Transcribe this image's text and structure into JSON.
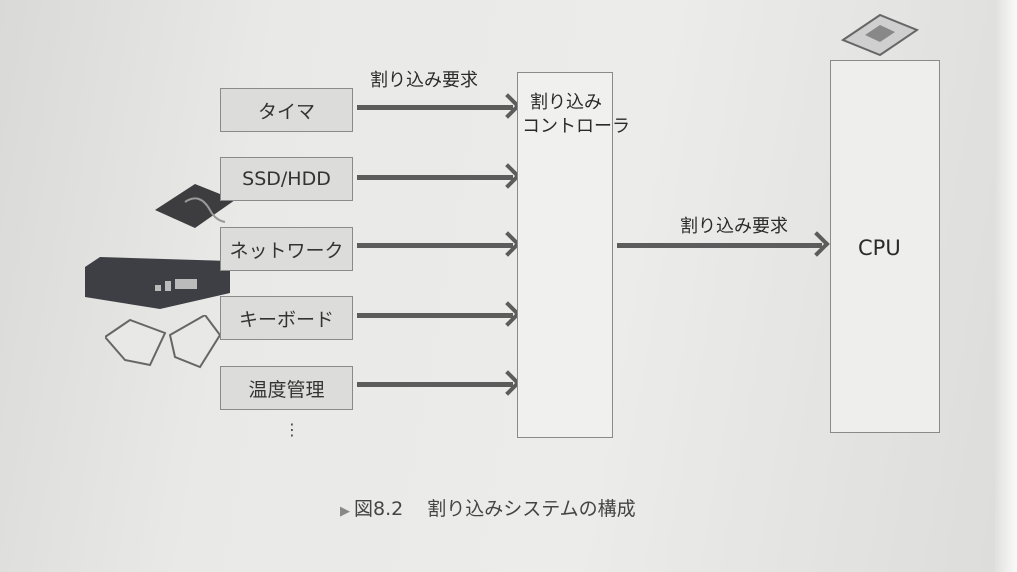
{
  "diagram": {
    "sources": [
      "タイマ",
      "SSD/HDD",
      "ネットワーク",
      "キーボード",
      "温度管理"
    ],
    "ellipsis": "⋮",
    "left_arrow_label": "割り込み要求",
    "controller_label_line1": "割り込み",
    "controller_label_line2": "コントローラ",
    "right_arrow_label": "割り込み要求",
    "cpu_label": "CPU"
  },
  "caption": {
    "marker": "▶",
    "figure_number": "図8.2",
    "title": "割り込みシステムの構成"
  },
  "icons": [
    "hdd-icon",
    "network-switch-icon",
    "keyboard-icon",
    "cpu-chip-icon"
  ]
}
